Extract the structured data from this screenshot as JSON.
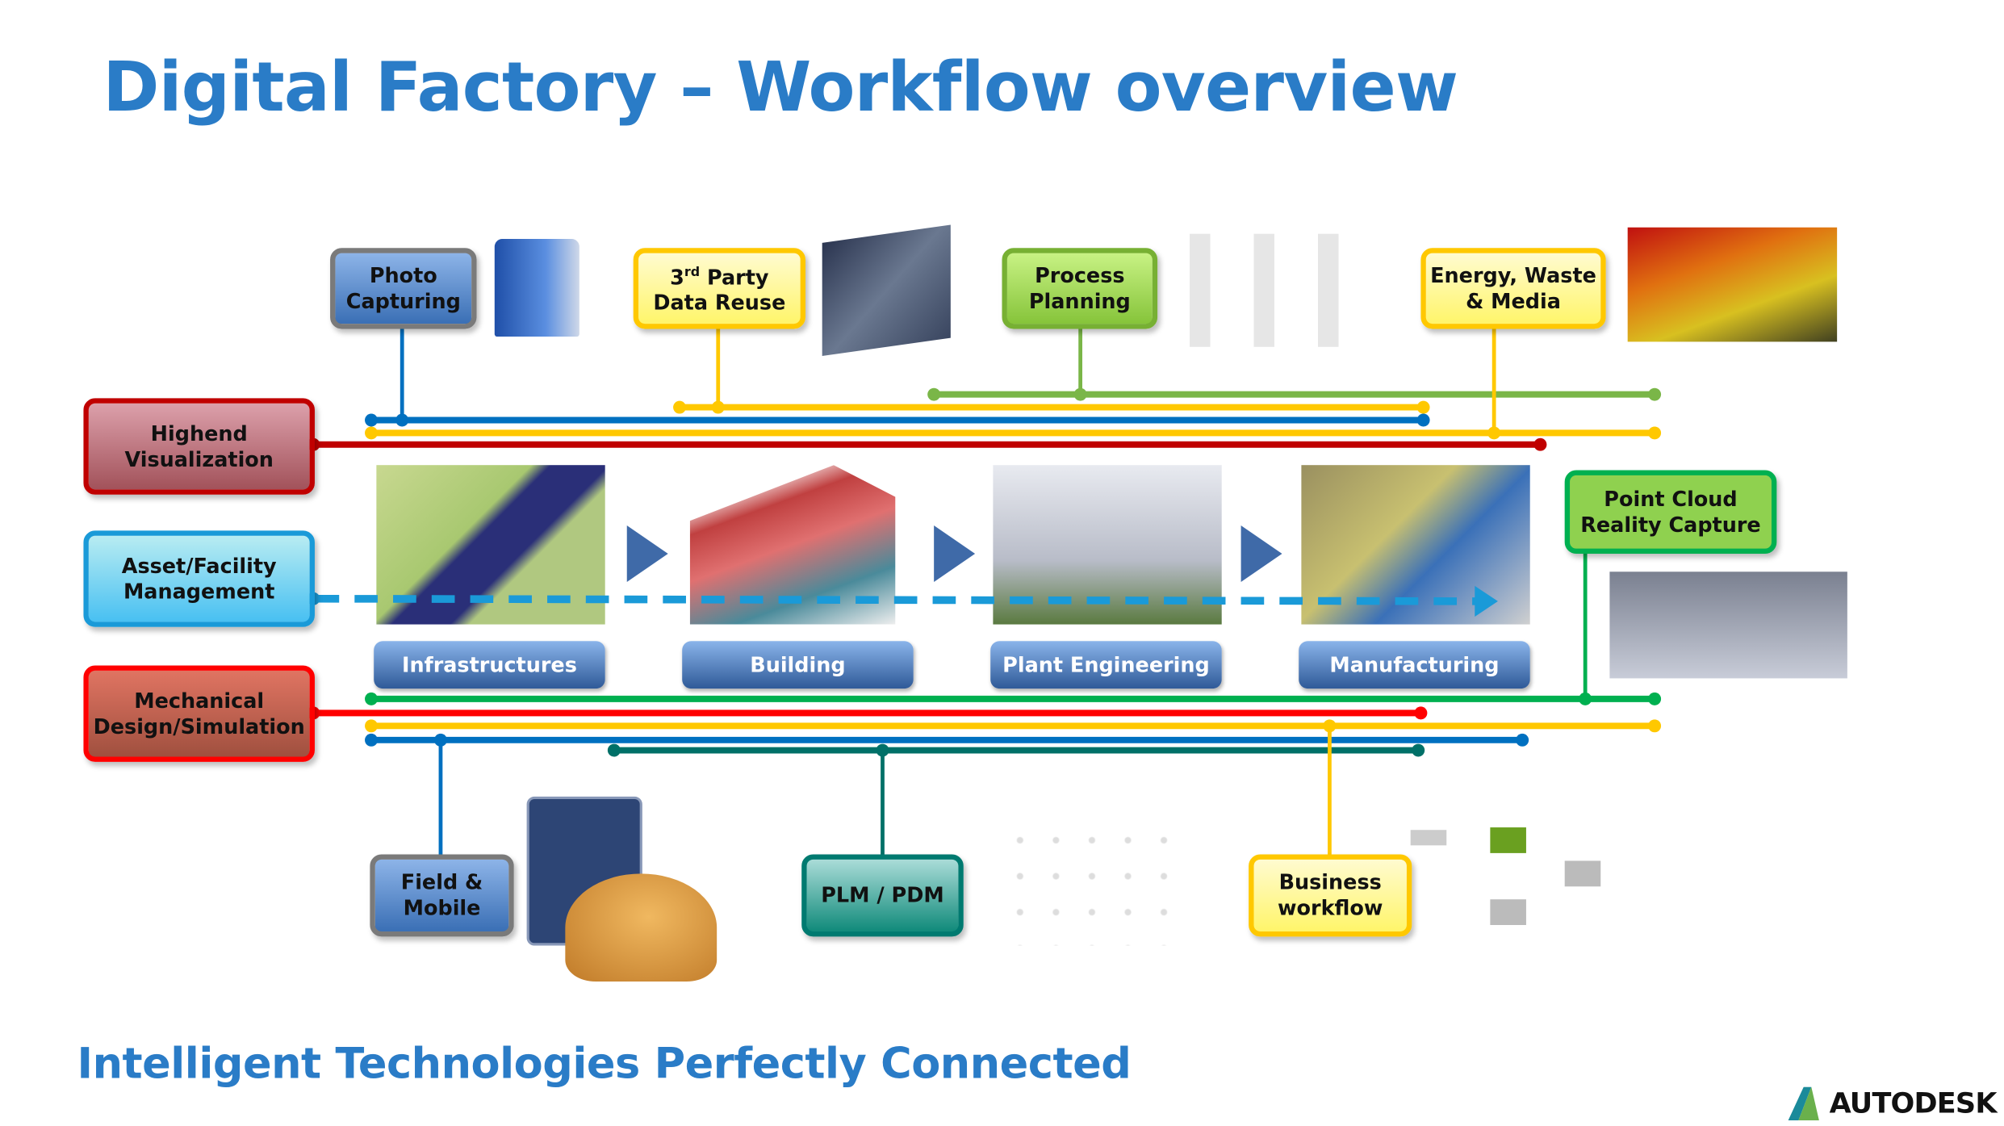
{
  "title": "Digital Factory – Workflow overview",
  "subtitle": "Intelligent Technologies Perfectly Connected",
  "brand": "AUTODESK",
  "top_boxes": [
    {
      "line1": "Photo",
      "line2": "Capturing"
    },
    {
      "line1": "3",
      "sup": "rd",
      "line1b": " Party",
      "line2": "Data Reuse"
    },
    {
      "line1": "Process",
      "line2": "Planning"
    },
    {
      "line1": "Energy, Waste",
      "line2": "& Media"
    }
  ],
  "left_boxes": [
    {
      "line1": "Highend",
      "line2": "Visualization"
    },
    {
      "line1": "Asset/Facility",
      "line2": "Management"
    },
    {
      "line1": "Mechanical",
      "line2": "Design/Simulation"
    }
  ],
  "right_box": {
    "line1": "Point Cloud",
    "line2": "Reality Capture"
  },
  "categories": [
    "Infrastructures",
    "Building",
    "Plant Engineering",
    "Manufacturing"
  ],
  "bottom_boxes": [
    {
      "line1": "Field &",
      "line2": "Mobile"
    },
    {
      "line1": "PLM / PDM"
    },
    {
      "line1": "Business",
      "line2": "workflow"
    }
  ],
  "colors": {
    "title": "#2a7cc7",
    "blue": "#0070c0",
    "yellow": "#ffc800",
    "green": "#7ab648",
    "red": "#c00000",
    "bright_red": "#ff0000",
    "bright_green": "#00b050",
    "teal": "#007068",
    "dash": "#1a9ad8"
  }
}
